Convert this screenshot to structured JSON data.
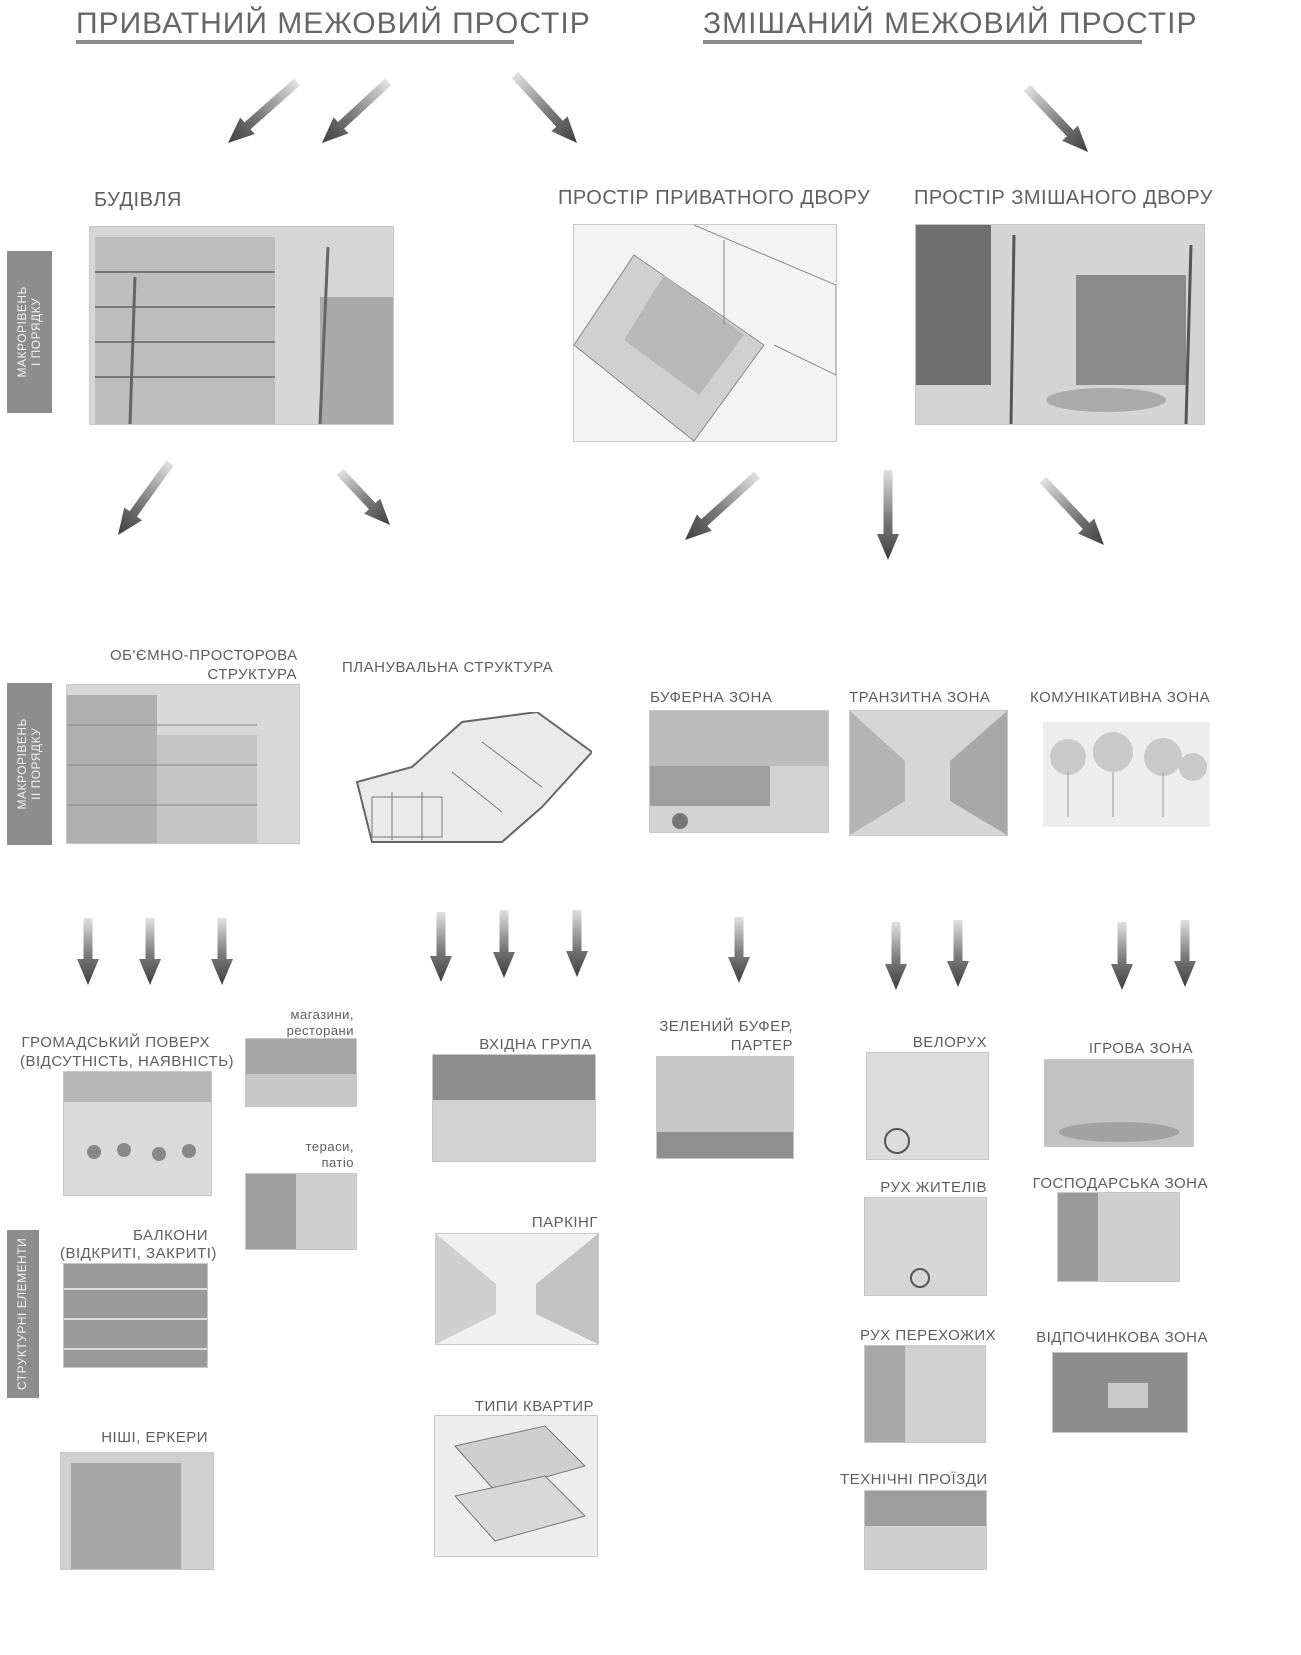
{
  "headers": {
    "private": "ПРИВАТНИЙ МЕЖОВИЙ ПРОСТІР",
    "mixed": "ЗМІШАНИЙ МЕЖОВИЙ ПРОСТІР"
  },
  "side_labels": {
    "macro1": "МАКРОРІВЕНЬ\nІ ПОРЯДКУ",
    "macro2": "МАКРОРІВЕНЬ\nІІ ПОРЯДКУ",
    "elements": "СТРУКТУРНІ ЕЛЕМЕНТИ"
  },
  "level1": {
    "building": "БУДІВЛЯ",
    "private_yard": "ПРОСТІР ПРИВАТНОГО ДВОРУ",
    "mixed_yard": "ПРОСТІР ЗМІШАНОГО ДВОРУ"
  },
  "level2": {
    "volume_line1": "ОБ'ЄМНО-ПРОСТОРОВА",
    "volume_line2": "СТРУКТУРА",
    "planning": "ПЛАНУВАЛЬНА СТРУКТУРА",
    "buffer": "БУФЕРНА ЗОНА",
    "transit": "ТРАНЗИТНА ЗОНА",
    "communicative": "КОМУНІКАТИВНА ЗОНА"
  },
  "elements": {
    "public_floor_line1": "ГРОМАДСЬКИЙ ПОВЕРХ",
    "public_floor_line2": "(ВІДСУТНІСТЬ, НАЯВНІСТЬ)",
    "shops_line1": "магазини,",
    "shops_line2": "ресторани",
    "terraces_line1": "тераси,",
    "terraces_line2": "патіо",
    "balconies_line1": "БАЛКОНИ",
    "balconies_line2": "(ВІДКРИТІ, ЗАКРИТІ)",
    "niches": "НІШІ, ЕРКЕРИ",
    "entrance": "ВХІДНА ГРУПА",
    "parking": "ПАРКІНГ",
    "apartments": "ТИПИ КВАРТИР",
    "green_buffer_line1": "ЗЕЛЕНИЙ БУФЕР,",
    "green_buffer_line2": "ПАРТЕР",
    "bike": "ВЕЛОРУХ",
    "residents": "РУХ ЖИТЕЛІВ",
    "passersby": "РУХ ПЕРЕХОЖИХ",
    "tech": "ТЕХНІЧНІ ПРОЇЗДИ",
    "play": "ІГРОВА ЗОНА",
    "household": "ГОСПОДАРСЬКА ЗОНА",
    "rest": "ВІДПОЧИНКОВА ЗОНА"
  }
}
